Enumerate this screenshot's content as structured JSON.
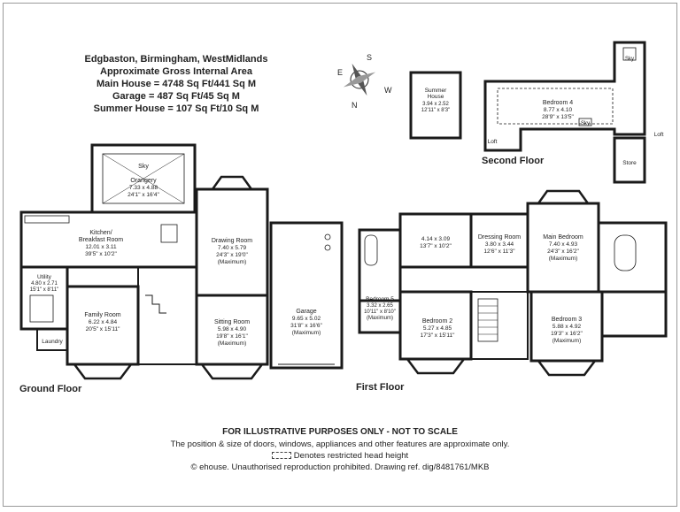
{
  "header": {
    "lines": [
      "Edgbaston, Birmingham, WestMidlands",
      "Approximate Gross Internal Area",
      "Main House = 4748 Sq Ft/441 Sq M",
      "Garage = 487 Sq Ft/45 Sq M",
      "Summer House = 107 Sq Ft/10 Sq M"
    ]
  },
  "compass": {
    "n": "N",
    "s": "S",
    "e": "E",
    "w": "W"
  },
  "floors": {
    "ground": "Ground Floor",
    "first": "First Floor",
    "second": "Second Floor"
  },
  "rooms": {
    "orangery": {
      "name": "Orangery",
      "dims": "7.33 x 4.88",
      "imperial": "24'1\" x 16'4\""
    },
    "sky": "Sky",
    "kitchen": {
      "name": "Kitchen/",
      "name2": "Breakfast Room",
      "dims": "12.01 x 3.11",
      "imperial": "39'5\" x 10'2\""
    },
    "utility": {
      "name": "Utility",
      "dims": "4.80 x 2.71",
      "imperial": "15'1\" x 8'11\""
    },
    "family": {
      "name": "Family Room",
      "dims": "6.22 x 4.84",
      "imperial": "20'5\" x 15'11\""
    },
    "laundry": "Laundry",
    "drawing": {
      "name": "Drawing Room",
      "dims": "7.40 x 5.79",
      "imperial": "24'3\" x 19'0\"",
      "note": "(Maximum)"
    },
    "sitting": {
      "name": "Sitting Room",
      "dims": "5.98 x 4.90",
      "imperial": "19'8\" x 16'1\"",
      "note": "(Maximum)"
    },
    "garage": {
      "name": "Garage",
      "dims": "9.65 x 5.02",
      "imperial": "31'8\" x 16'6\"",
      "note": "(Maximum)"
    },
    "bed1": {
      "name": "4.14 x 3.09",
      "imperial": "13'7\" x 10'2\""
    },
    "dressing": {
      "name": "Dressing Room",
      "dims": "3.80 x 3.44",
      "imperial": "12'6\" x 11'3\""
    },
    "main_bed": {
      "name": "Main Bedroom",
      "dims": "7.40 x 4.93",
      "imperial": "24'3\" x 16'2\"",
      "note": "(Maximum)"
    },
    "bed5": {
      "name": "Bedroom 5",
      "dims": "3.32 x 2.65",
      "imperial": "10'11\" x 8'10\"",
      "note": "(Maximum)"
    },
    "bed2": {
      "name": "Bedroom 2",
      "dims": "5.27 x 4.85",
      "imperial": "17'3\" x 15'11\""
    },
    "bed3": {
      "name": "Bedroom 3",
      "dims": "5.88 x 4.92",
      "imperial": "19'3\" x 16'2\"",
      "note": "(Maximum)"
    },
    "summer": {
      "name": "Summer",
      "name2": "House",
      "dims": "3.94 x 2.52",
      "imperial": "12'11\" x 8'3\""
    },
    "bed4": {
      "name": "Bedroom 4",
      "dims": "8.77 x 4.10",
      "imperial": "28'9\" x 13'5\""
    },
    "loft1": "Loft",
    "loft2": "Loft",
    "store": "Store",
    "sky2": "Sky",
    "sky3": "Sky"
  },
  "footer": {
    "disclaimer": "FOR ILLUSTRATIVE PURPOSES ONLY - NOT TO SCALE",
    "line2": "The position & size of doors, windows, appliances and other features are approximate only.",
    "legend": "Denotes restricted head height",
    "copyright": "© ehouse. Unauthorised reproduction prohibited. Drawing ref. dig/8481761/MKB"
  }
}
